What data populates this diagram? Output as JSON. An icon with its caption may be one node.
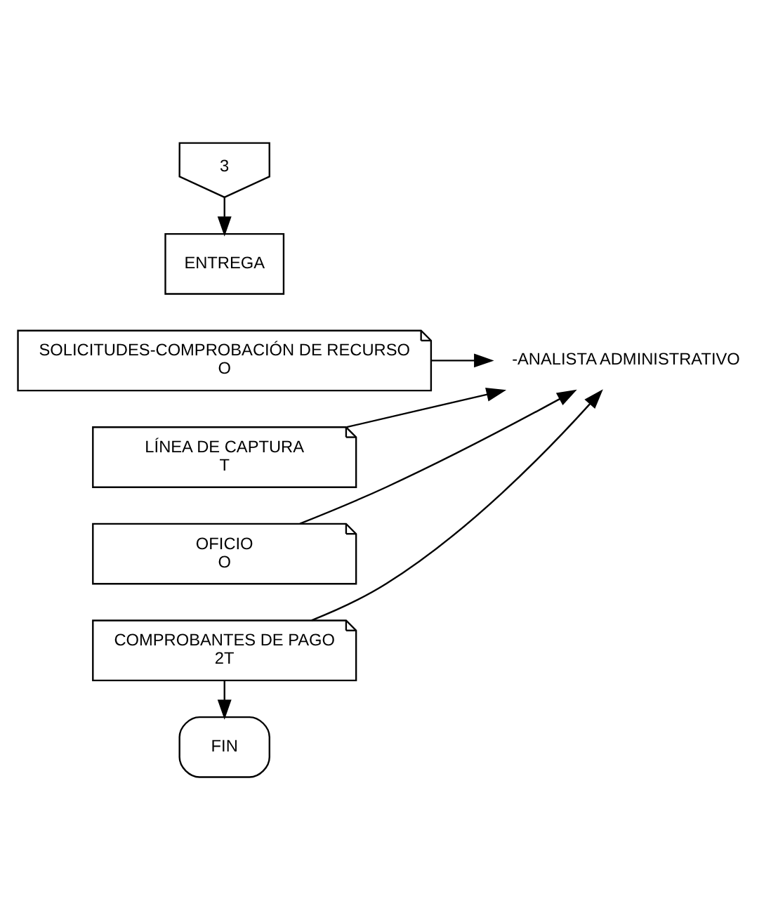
{
  "diagram": {
    "nodes": [
      {
        "text": [
          "3"
        ]
      },
      {
        "text": [
          "ENTREGA"
        ]
      },
      {
        "text": [
          "SOLICITUDES-COMPROBACIÓN DE RECURSO",
          "O"
        ]
      },
      {
        "text": [
          "LÍNEA DE CAPTURA",
          "T"
        ]
      },
      {
        "text": [
          "OFICIO",
          "O"
        ]
      },
      {
        "text": [
          "COMPROBANTES DE PAGO",
          "2T"
        ]
      },
      {
        "text": [
          "-ANALISTA ADMINISTRATIVO"
        ]
      },
      {
        "text": [
          "FIN"
        ]
      }
    ],
    "edges": [
      {
        "from": 0,
        "to": 1,
        "arrow": "to"
      },
      {
        "from": 2,
        "to": 6,
        "arrow": "to"
      },
      {
        "from": 3,
        "to": 6,
        "arrow": "to"
      },
      {
        "from": 4,
        "to": 6,
        "arrow": "to"
      },
      {
        "from": 5,
        "to": 6,
        "arrow": "to"
      },
      {
        "from": 5,
        "to": 7,
        "arrow": "to"
      }
    ]
  }
}
